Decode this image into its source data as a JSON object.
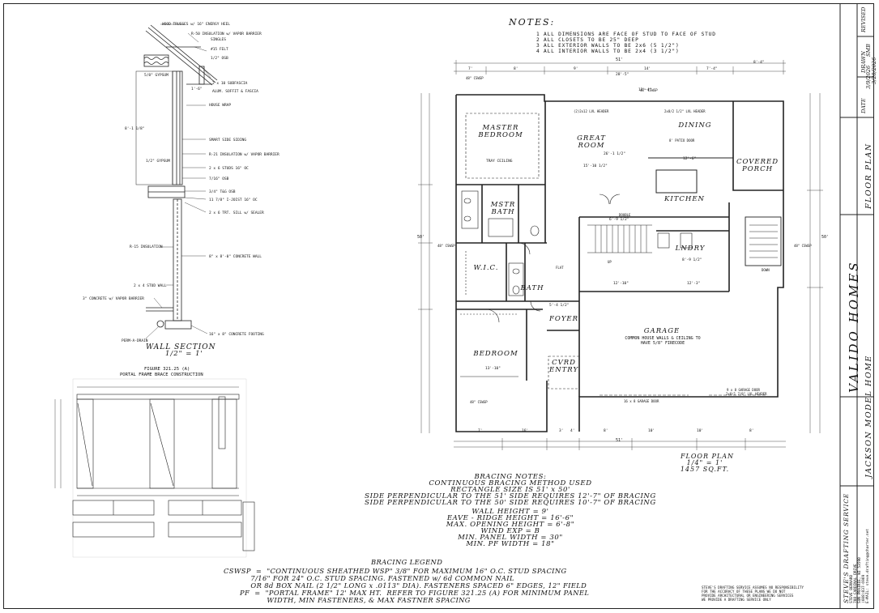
{
  "notes": {
    "title": "NOTES:",
    "items": [
      "1  ALL DIMENSIONS ARE FACE OF STUD TO FACE OF STUD",
      "2  ALL CLOSETS TO BE 25\" DEEP",
      "3  ALL EXTERIOR WALLS TO BE 2x6 (5 1/2\")",
      "4  ALL INTERIOR WALLS TO BE 2x4 (3 1/2\")"
    ]
  },
  "wall_section": {
    "title": "WALL SECTION",
    "scale": "1/2\" = 1'",
    "labels": [
      "WOOD TRUSSES w/ 16\" ENERGY HEEL",
      "R-50 INSULATION w/ VAPOR BARRIER",
      "SINGLES",
      "#15 FELT",
      "1/2\" OSB",
      "5/8\" GYPSUM",
      "2 x 10 SUBFASCIA",
      "ALUM. SOFFIT & FASCIA",
      "1'-6\"",
      "HOUSE WRAP",
      "8'-1 1/8\"",
      "SMART SIDE SIDING",
      "R-21 INSULATION w/ VAPOR BARRIER",
      "1/2\" GYPSUM",
      "2 x 6 STUDS 16\" OC",
      "7/16\" OSB",
      "3/4\" T&G OSB",
      "11 7/8\" I-JOIST 16\" OC",
      "2 x 6 TRT. SILL w/ SEALER",
      "R-15 INSULATION",
      "8\" x 8'-0\" CONCRETE WALL",
      "2 x 4 STUD WALL",
      "3\" CONCRETE w/ VAPOR BARRIER",
      "PERM-A-DRAIN",
      "16\" x 8\" CONCRETE FOOTING"
    ]
  },
  "portal_figure": {
    "title": "FIGURE 321.25 (A)",
    "subtitle": "PORTAL FRAME BRACE CONSTRUCTION"
  },
  "floor_plan": {
    "title": "FLOOR PLAN",
    "scale": "1/4\" = 1'",
    "area": "1457 SQ.FT.",
    "rooms": {
      "master_bedroom": "MASTER BEDROOM",
      "mstr_bath": "MSTR BATH",
      "great_room": "GREAT ROOM",
      "dining": "DINING",
      "covered_porch": "COVERED PORCH",
      "kitchen": "KITCHEN",
      "lndry": "LNDRY",
      "wic": "W.I.C.",
      "bath": "BATH",
      "foyer": "FOYER",
      "garage": "GARAGE",
      "garage_note": "COMMON HOUSE WALLS & CEILING TO HAVE 5/8\" FIRECODE",
      "bedroom": "BEDROOM",
      "cvrd_entry": "CVRD ENTRY"
    },
    "dimensions": {
      "overall_width": "51'",
      "overall_depth": "50'",
      "top": [
        "7'",
        "8'",
        "9'",
        "14'",
        "7'-4\"",
        "8'-4\""
      ],
      "bottom": [
        "7'",
        "16'",
        "3'",
        "4'",
        "8'",
        "10'",
        "10'",
        "8'"
      ],
      "misc": [
        "28'-5\"",
        "12'-4\"",
        "26'-1 1/2\"",
        "12'-6\"",
        "15'-10 1/2\"",
        "12'-10\"",
        "12'-3\"",
        "13'-10\"",
        "5'-4 1/2\"",
        "6'-9 1/2\"",
        "8'-9 1/2\""
      ]
    },
    "callouts": {
      "header1": "(2)2x12 LVL HEADER",
      "header2": "2x8/2 1/2\" LVL HEADER",
      "patio_door": "8' PATIO DOOR",
      "tray_ceiling": "TRAY CEILING",
      "garage_door1": "16 x 8 GARAGE DOOR",
      "garage_door2": "9 x 8 GARAGE DOOR",
      "lvl_header": "2x8/1 7/8\" LVL HEADER",
      "double": "DOUBLE",
      "flat": "FLAT",
      "up": "UP",
      "down": "DOWN",
      "cswsp": "48\" CSWSP"
    }
  },
  "bracing": {
    "title": "BRACING NOTES:",
    "lines": [
      "CONTINUOUS BRACING METHOD USED",
      "RECTANGLE SIZE IS 51' x 50'",
      "SIDE PERPENDICULAR TO THE 51' SIDE REQUIRES 12'-7\" OF BRACING",
      "SIDE PERPENDICULAR TO THE 50' SIDE REQUIRES 10'-7\" OF BRACING"
    ],
    "specs": [
      "WALL HEIGHT = 9'",
      "EAVE - RIDGE HEIGHT = 16'-6\"",
      "MAX. OPENING HEIGHT = 6'-8\"",
      "WIND EXP = B",
      "MIN. PANEL WIDTH = 30\"",
      "MIN. PF WIDTH = 18\""
    ]
  },
  "legend": {
    "title": "BRACING LEGEND",
    "cswsp": "CSWSP  =  \"CONTINUOUS SHEATHED WSP\" 3/8\" FOR MAXIMUM 16\" O.C. STUD SPACING\n           7/16\" FOR 24\" O.C. STUD SPACING. FASTENED w/ 6d COMMON NAIL\n           OR 8d BOX NAIL (2 1/2\" LONG x .0113\" DIA). FASTENERS SPACED 6\" EDGES, 12\" FIELD",
    "pf": "PF  =  \"PORTAL FRAME\" 12' MAX HT.  REFER TO FIGURE 321.25 (A) FOR MINIMUM PANEL\n           WIDTH, MIN FASTENERS, & MAX FASTNER SPACING"
  },
  "disclaimer": [
    "STEVE'S DRAFTING SERVICE ASSUMES NO RESPONSIBILITY",
    "FOR THE ACCURACY OF THESE PLANS WE DO NOT",
    "PROVIDE ARCHITECTURAL OR ENGINEERING SERVICES",
    "WE PROVIDE A DRAFTING SERVICE ONLY"
  ],
  "title_block": {
    "company": "VALIDO HOMES",
    "project": "JACKSON MODEL HOME",
    "sheet": "FLOOR PLAN",
    "date_label": "DATE",
    "date": "3/9/2026",
    "drawn_label": "DRAWN",
    "drawn": "SMB",
    "revised_label": "REVISED",
    "revised": "3/28/2026",
    "service": "STEVE'S DRAFTING SERVICE",
    "service_lines": [
      "STEVE BERNARD",
      "708 CARDINAL DRIVE",
      "SUN PRAIRIE, WI 53590",
      "(608)837-6969",
      "E-MAIL: steve.drafting@charter.net"
    ]
  }
}
